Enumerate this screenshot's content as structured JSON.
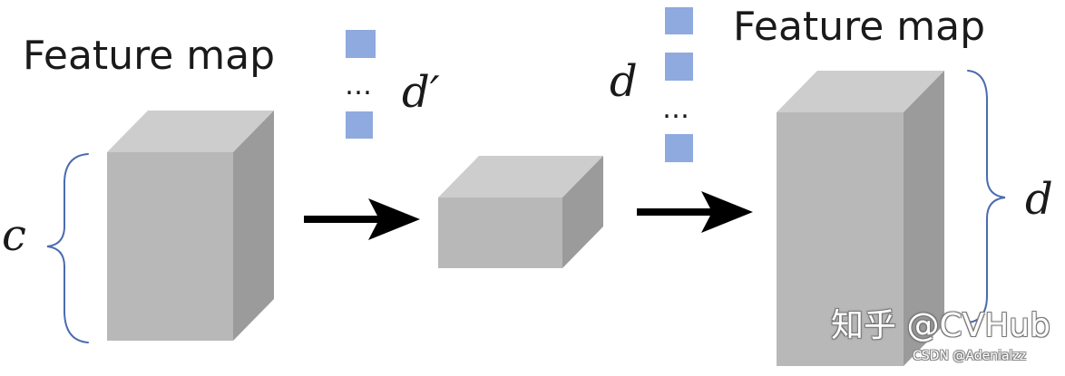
{
  "labels": {
    "feature_map_left": "Feature map",
    "feature_map_right": "Feature map",
    "c": "c",
    "d_prime": "d′",
    "d_top": "d",
    "d_right": "d",
    "ellipsis": "…"
  },
  "watermark": {
    "main": "知乎 @CVHub",
    "sub": "CSDN @Adenialzz"
  },
  "colors": {
    "cube_front": "#b8b8b8",
    "cube_top": "#cdcdcd",
    "cube_side": "#9b9b9b",
    "brace": "#4a6bb0",
    "token": "#8eaadf",
    "arrow": "#000000"
  }
}
